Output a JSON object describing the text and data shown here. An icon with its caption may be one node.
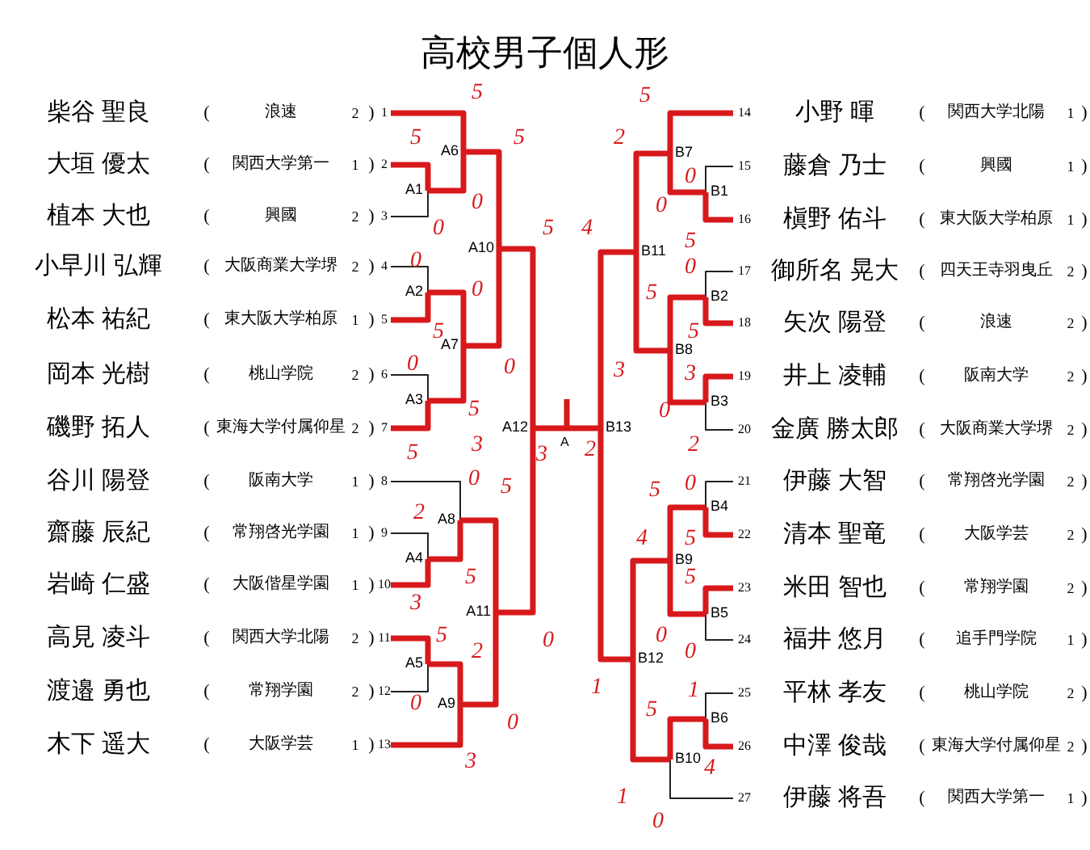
{
  "diagram": {
    "title": "高校男子個人形",
    "nodes": [
      {
        "text": [
          "柴谷 聖良",
          "(",
          "浪速",
          "2",
          ")",
          "1"
        ]
      },
      {
        "text": [
          "大垣 優太",
          "(",
          "関西大学第一",
          "1",
          ")",
          "2"
        ]
      },
      {
        "text": [
          "植本 大也",
          "(",
          "興國",
          "2",
          ")",
          "3"
        ]
      },
      {
        "text": [
          "小早川 弘輝",
          "(",
          "大阪商業大学堺",
          "2",
          ")",
          "4"
        ]
      },
      {
        "text": [
          "松本 祐紀",
          "(",
          "東大阪大学柏原",
          "1",
          ")",
          "5"
        ]
      },
      {
        "text": [
          "岡本 光樹",
          "(",
          "桃山学院",
          "2",
          ")",
          "6"
        ]
      },
      {
        "text": [
          "磯野 拓人",
          "(",
          "東海大学付属仰星",
          "2",
          ")",
          "7"
        ]
      },
      {
        "text": [
          "谷川 陽登",
          "(",
          "阪南大学",
          "1",
          ")",
          "8"
        ]
      },
      {
        "text": [
          "齋藤 辰紀",
          "(",
          "常翔啓光学園",
          "1",
          ")",
          "9"
        ]
      },
      {
        "text": [
          "岩崎 仁盛",
          "(",
          "大阪偕星学園",
          "1",
          ")",
          "10"
        ]
      },
      {
        "text": [
          "高見 凌斗",
          "(",
          "関西大学北陽",
          "2",
          ")",
          "11"
        ]
      },
      {
        "text": [
          "渡邉 勇也",
          "(",
          "常翔学園",
          "2",
          ")",
          "12"
        ]
      },
      {
        "text": [
          "木下 遥大",
          "(",
          "大阪学芸",
          "1",
          ")",
          "13"
        ]
      },
      {
        "text": [
          "14",
          "小野 暉",
          "(",
          "関西大学北陽",
          "1",
          ")"
        ]
      },
      {
        "text": [
          "15",
          "藤倉 乃士",
          "(",
          "興國",
          "1",
          ")"
        ]
      },
      {
        "text": [
          "16",
          "槇野 佑斗",
          "(",
          "東大阪大学柏原",
          "1",
          ")"
        ]
      },
      {
        "text": [
          "17",
          "御所名 晃大",
          "(",
          "四天王寺羽曳丘",
          "2",
          ")"
        ]
      },
      {
        "text": [
          "18",
          "矢次 陽登",
          "(",
          "浪速",
          "2",
          ")"
        ]
      },
      {
        "text": [
          "19",
          "井上 凌輔",
          "(",
          "阪南大学",
          "2",
          ")"
        ]
      },
      {
        "text": [
          "20",
          "金廣 勝太郎",
          "(",
          "大阪商業大学堺",
          "2",
          ")"
        ]
      },
      {
        "text": [
          "21",
          "伊藤 大智",
          "(",
          "常翔啓光学園",
          "2",
          ")"
        ]
      },
      {
        "text": [
          "22",
          "清本 聖竜",
          "(",
          "大阪学芸",
          "2",
          ")"
        ]
      },
      {
        "text": [
          "23",
          "米田 智也",
          "(",
          "常翔学園",
          "2",
          ")"
        ]
      },
      {
        "text": [
          "24",
          "福井 悠月",
          "(",
          "追手門学院",
          "1",
          ")"
        ]
      },
      {
        "text": [
          "25",
          "平林 孝友",
          "(",
          "桃山学院",
          "2",
          ")"
        ]
      },
      {
        "text": [
          "26",
          "中澤 俊哉",
          "(",
          "東海大学付属仰星",
          "2",
          ")"
        ]
      },
      {
        "text": [
          "27",
          "伊藤 将吾",
          "(",
          "関西大学第一",
          "1",
          ")"
        ]
      },
      {
        "text": [
          "A1"
        ]
      },
      {
        "text": [
          "A2"
        ]
      },
      {
        "text": [
          "A3"
        ]
      },
      {
        "text": [
          "A4"
        ]
      },
      {
        "text": [
          "A5"
        ]
      },
      {
        "text": [
          "A6"
        ]
      },
      {
        "text": [
          "A7"
        ]
      },
      {
        "text": [
          "A8"
        ]
      },
      {
        "text": [
          "A9"
        ]
      },
      {
        "text": [
          "A10"
        ]
      },
      {
        "text": [
          "A11"
        ]
      },
      {
        "text": [
          "A12"
        ]
      },
      {
        "text": [
          "B1"
        ]
      },
      {
        "text": [
          "B2"
        ]
      },
      {
        "text": [
          "B3"
        ]
      },
      {
        "text": [
          "B4"
        ]
      },
      {
        "text": [
          "B5"
        ]
      },
      {
        "text": [
          "B6"
        ]
      },
      {
        "text": [
          "B7"
        ]
      },
      {
        "text": [
          "B8"
        ]
      },
      {
        "text": [
          "B9"
        ]
      },
      {
        "text": [
          "B10"
        ]
      },
      {
        "text": [
          "B11"
        ]
      },
      {
        "text": [
          "B12"
        ]
      },
      {
        "text": [
          "B13"
        ]
      }
    ],
    "edges": [
      {
        "from": 1,
        "to": 27,
        "arrow": "none"
      },
      {
        "from": 2,
        "to": 27,
        "arrow": "none",
        "color": "#222222"
      },
      {
        "from": 3,
        "to": 28,
        "arrow": "none",
        "color": "#222222"
      },
      {
        "from": 4,
        "to": 28,
        "arrow": "none"
      },
      {
        "from": 5,
        "to": 29,
        "arrow": "none",
        "color": "#222222"
      },
      {
        "from": 6,
        "to": 29,
        "arrow": "none"
      },
      {
        "from": 8,
        "to": 30,
        "arrow": "none",
        "color": "#222222"
      },
      {
        "from": 9,
        "to": 30,
        "arrow": "none"
      },
      {
        "from": 10,
        "to": 31,
        "arrow": "none"
      },
      {
        "from": 11,
        "to": 31,
        "arrow": "none",
        "color": "#222222"
      },
      {
        "from": 0,
        "to": 32,
        "arrow": "none"
      },
      {
        "from": 27,
        "to": 32,
        "arrow": "none"
      },
      {
        "from": 28,
        "to": 33,
        "arrow": "none"
      },
      {
        "from": 29,
        "to": 33,
        "arrow": "none"
      },
      {
        "from": 7,
        "to": 34,
        "arrow": "none",
        "color": "#222222"
      },
      {
        "from": 30,
        "to": 34,
        "arrow": "none"
      },
      {
        "from": 31,
        "to": 35,
        "arrow": "none"
      },
      {
        "from": 12,
        "to": 35,
        "arrow": "none"
      },
      {
        "from": 32,
        "to": 36,
        "arrow": "none"
      },
      {
        "from": 33,
        "to": 36,
        "arrow": "none"
      },
      {
        "from": 34,
        "to": 37,
        "arrow": "none"
      },
      {
        "from": 35,
        "to": 37,
        "arrow": "none"
      },
      {
        "from": 36,
        "to": 38,
        "arrow": "none"
      },
      {
        "from": 37,
        "to": 38,
        "arrow": "none"
      },
      {
        "from": 14,
        "to": 39,
        "arrow": "none",
        "color": "#222222"
      },
      {
        "from": 15,
        "to": 39,
        "arrow": "none"
      },
      {
        "from": 16,
        "to": 40,
        "arrow": "none",
        "color": "#222222"
      },
      {
        "from": 17,
        "to": 40,
        "arrow": "none"
      },
      {
        "from": 18,
        "to": 41,
        "arrow": "none"
      },
      {
        "from": 19,
        "to": 41,
        "arrow": "none",
        "color": "#222222"
      },
      {
        "from": 20,
        "to": 42,
        "arrow": "none",
        "color": "#222222"
      },
      {
        "from": 21,
        "to": 42,
        "arrow": "none"
      },
      {
        "from": 22,
        "to": 43,
        "arrow": "none"
      },
      {
        "from": 23,
        "to": 43,
        "arrow": "none",
        "color": "#222222"
      },
      {
        "from": 24,
        "to": 44,
        "arrow": "none",
        "color": "#222222"
      },
      {
        "from": 25,
        "to": 44,
        "arrow": "none"
      },
      {
        "from": 13,
        "to": 45,
        "arrow": "none"
      },
      {
        "from": 39,
        "to": 45,
        "arrow": "none"
      },
      {
        "from": 40,
        "to": 46,
        "arrow": "none"
      },
      {
        "from": 41,
        "to": 46,
        "arrow": "none"
      },
      {
        "from": 42,
        "to": 47,
        "arrow": "none"
      },
      {
        "from": 43,
        "to": 47,
        "arrow": "none"
      },
      {
        "from": 44,
        "to": 48,
        "arrow": "none"
      },
      {
        "from": 26,
        "to": 48,
        "arrow": "none",
        "color": "#222222"
      },
      {
        "from": 45,
        "to": 49,
        "arrow": "none"
      },
      {
        "from": 46,
        "to": 49,
        "arrow": "none"
      },
      {
        "from": 47,
        "to": 50,
        "arrow": "none"
      },
      {
        "from": 48,
        "to": 50,
        "arrow": "none"
      },
      {
        "from": 49,
        "to": 51,
        "arrow": "none"
      },
      {
        "from": 50,
        "to": 51,
        "arrow": "none"
      },
      {
        "from": 38,
        "to": 51,
        "arrow": "none"
      }
    ],
    "labels": [
      "5",
      "5",
      "5",
      "5",
      "2",
      "0",
      "0",
      "0",
      "0",
      "5",
      "4",
      "5",
      "0",
      "0",
      "0",
      "5",
      "5",
      "5",
      "0",
      "0",
      "3",
      "3",
      "5",
      "0",
      "5",
      "3",
      "3",
      "A",
      "2",
      "2",
      "0",
      "5",
      "5",
      "0",
      "2",
      "4",
      "5",
      "5",
      "5",
      "3",
      "5",
      "2",
      "0",
      "0",
      "0",
      "0",
      "0",
      "1",
      "5",
      "1",
      "3",
      "4",
      "1",
      "0"
    ]
  }
}
